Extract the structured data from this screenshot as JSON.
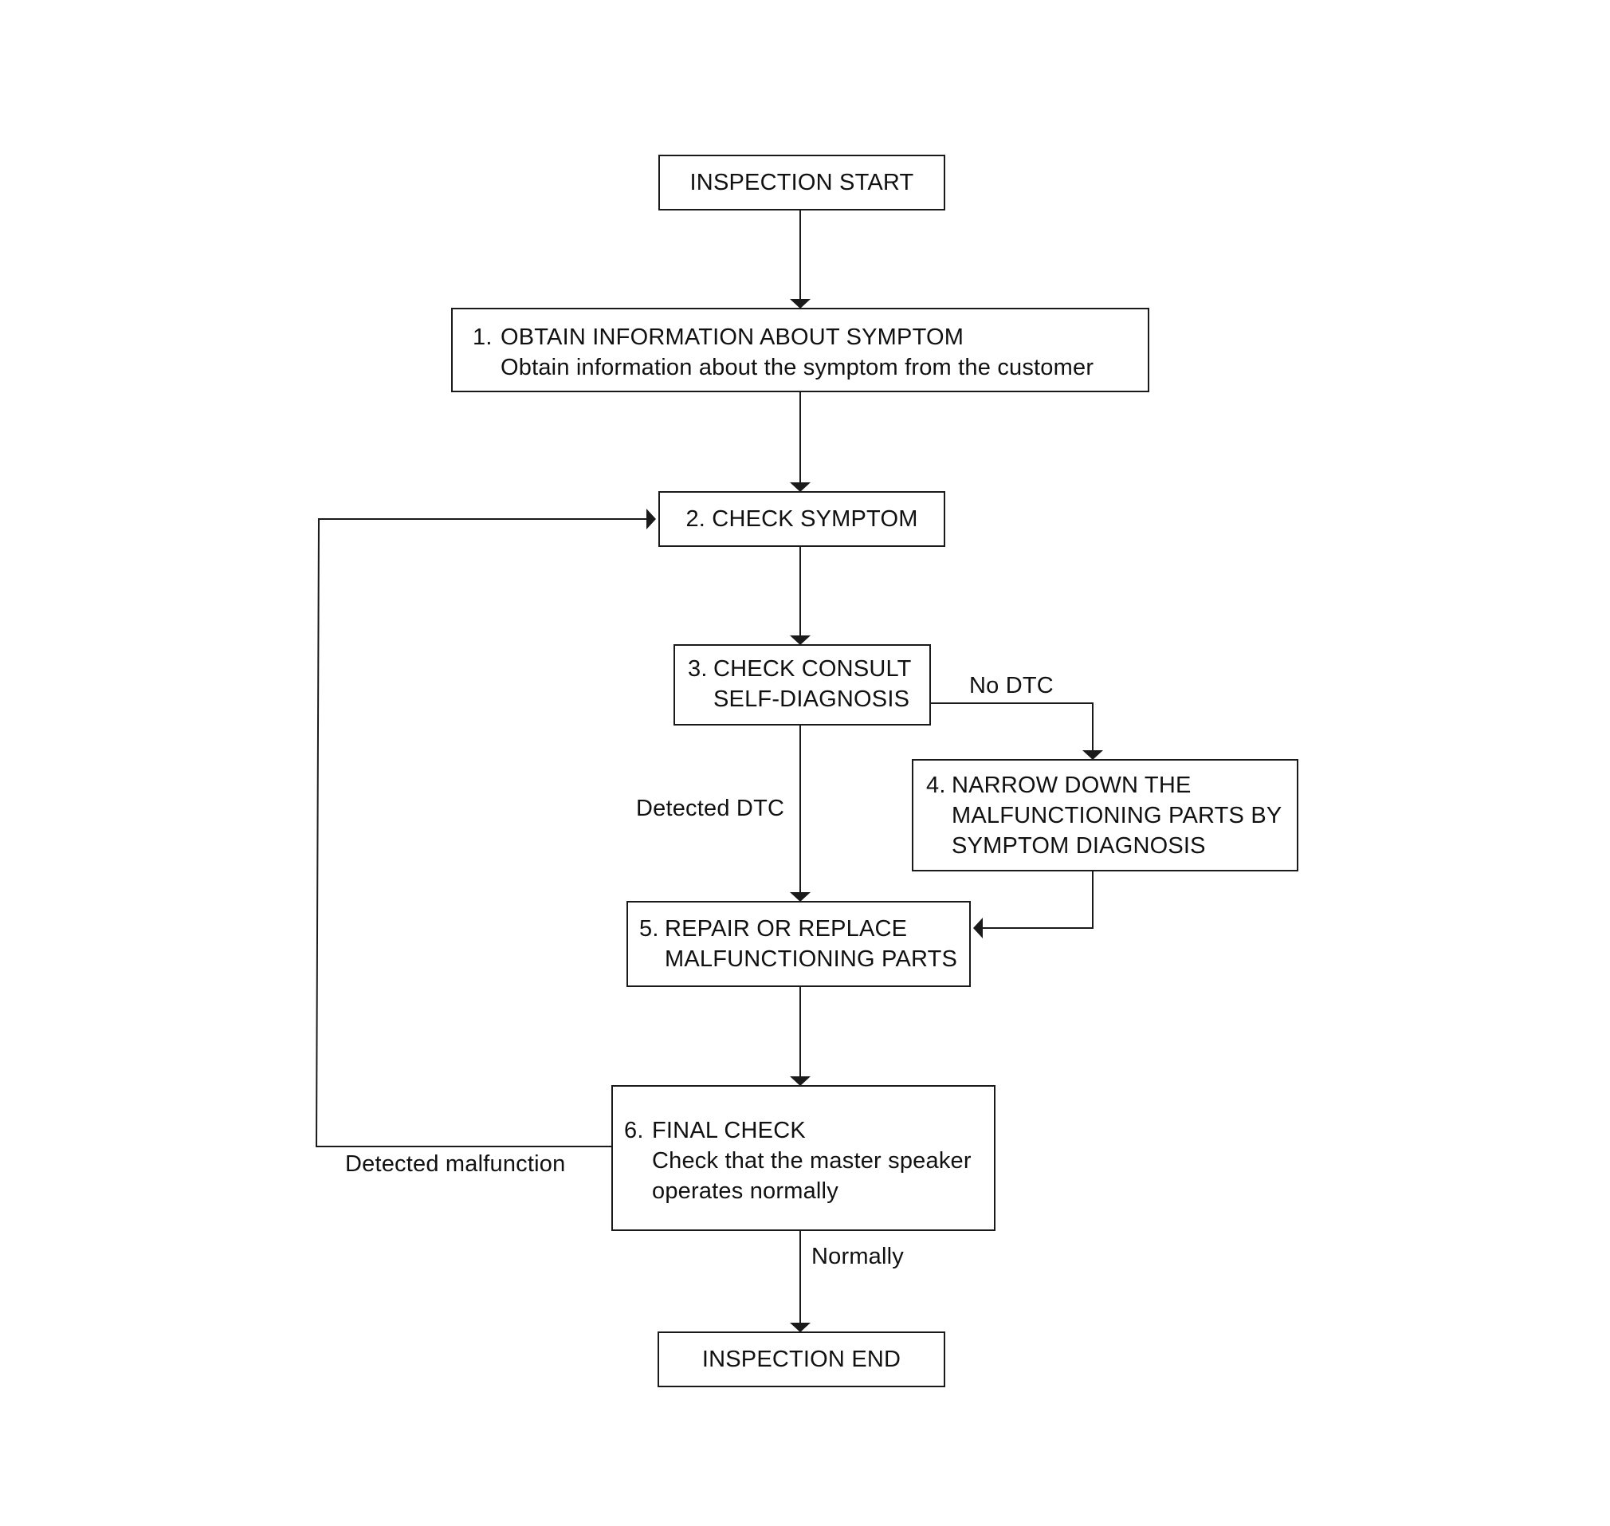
{
  "flowchart": {
    "start": "INSPECTION START",
    "step1": {
      "number": "1.",
      "title": "OBTAIN INFORMATION ABOUT SYMPTOM",
      "detail": "Obtain information about the symptom from the customer"
    },
    "step2": {
      "number": "2.",
      "title": "CHECK SYMPTOM"
    },
    "step3": {
      "number": "3.",
      "line1": "CHECK CONSULT",
      "line2": "SELF-DIAGNOSIS"
    },
    "step4": {
      "number": "4.",
      "line1": "NARROW DOWN THE",
      "line2": "MALFUNCTIONING PARTS BY",
      "line3": "SYMPTOM DIAGNOSIS"
    },
    "step5": {
      "number": "5.",
      "line1": "REPAIR OR REPLACE",
      "line2": "MALFUNCTIONING PARTS"
    },
    "step6": {
      "number": "6.",
      "title": "FINAL CHECK",
      "detail1": "Check that the master speaker",
      "detail2": "operates normally"
    },
    "end": "INSPECTION END"
  },
  "labels": {
    "no_dtc": "No DTC",
    "detected_dtc": "Detected DTC",
    "detected_malfunction": "Detected malfunction",
    "normally": "Normally"
  }
}
